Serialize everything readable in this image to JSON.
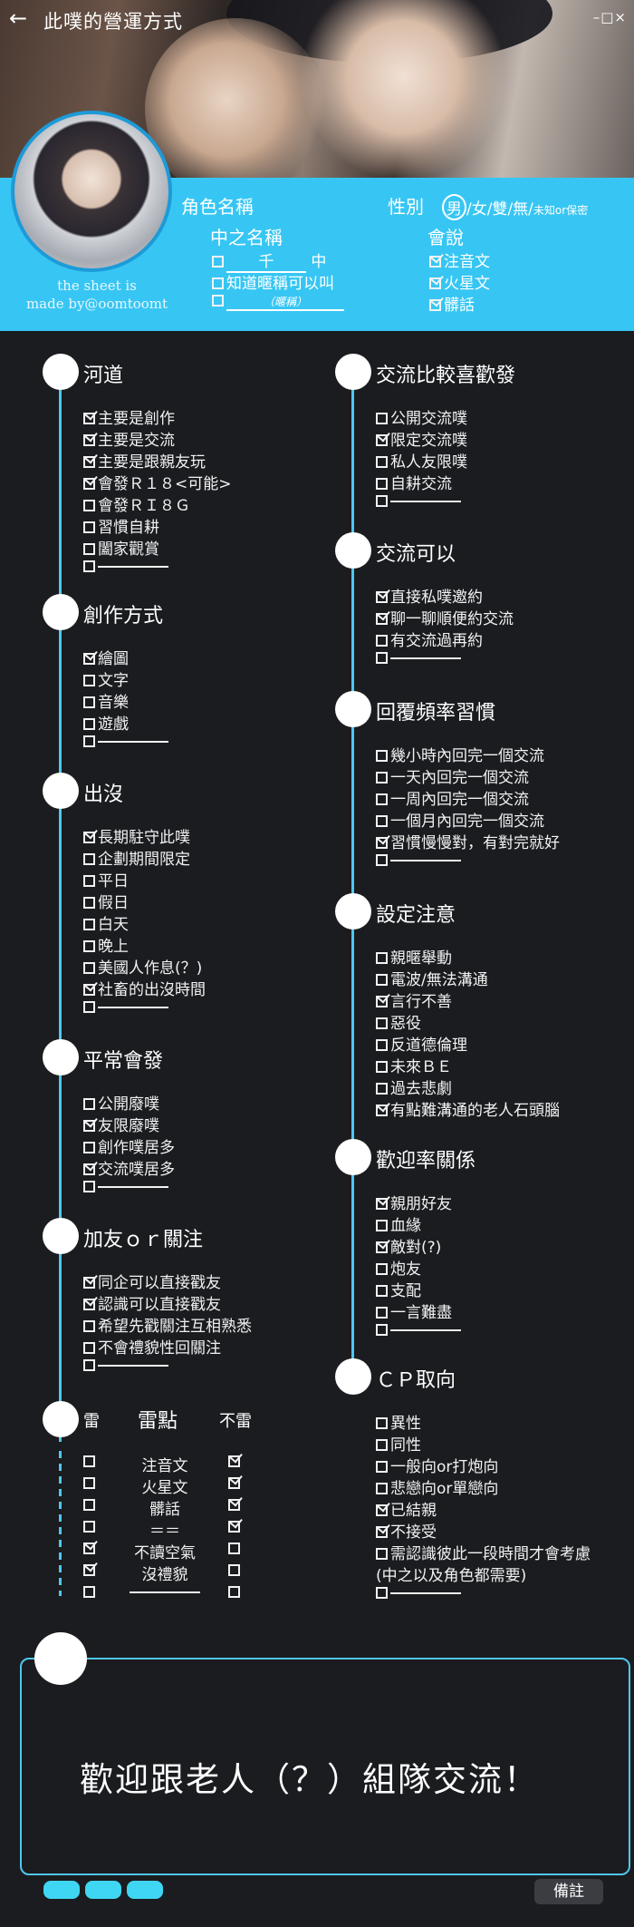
{
  "header": {
    "back_icon": "arrow-left-icon",
    "title": "此噗的營運方式",
    "window_controls": "–□×",
    "credit_line1": "the sheet is",
    "credit_line2": "made by@oomtoomt",
    "role_name_label": "角色名稱",
    "gender_label": "性別",
    "gender_selected": "男",
    "gender_rest": "/女/雙/無/",
    "gender_small": "未知or保密",
    "cn_name_label": "中之名稱",
    "cn_name_value": "千",
    "cn_name_suffix": "中",
    "nickname_ok": "知道暱稱可以叫",
    "nickname_hint": "（暱稱）",
    "speak_label": "會說",
    "speak_items": [
      "注音文",
      "火星文",
      "髒話"
    ]
  },
  "left_sections": [
    {
      "title": "河道",
      "items": [
        {
          "label": "主要是創作",
          "checked": true
        },
        {
          "label": "主要是交流",
          "checked": true
        },
        {
          "label": "主要是跟親友玩",
          "checked": true
        },
        {
          "label": "會發Ｒ１８<可能>",
          "checked": true
        },
        {
          "label": "會發ＲＩ８Ｇ",
          "checked": false
        },
        {
          "label": "習慣自耕",
          "checked": false
        },
        {
          "label": "闔家觀賞",
          "checked": false
        },
        {
          "label": "",
          "checked": false,
          "blank": true
        }
      ]
    },
    {
      "title": "創作方式",
      "items": [
        {
          "label": "繪圖",
          "checked": true
        },
        {
          "label": "文字",
          "checked": false
        },
        {
          "label": "音樂",
          "checked": false
        },
        {
          "label": "遊戲",
          "checked": false
        },
        {
          "label": "",
          "checked": false,
          "blank": true
        }
      ]
    },
    {
      "title": "出沒",
      "items": [
        {
          "label": "長期駐守此噗",
          "checked": true
        },
        {
          "label": "企劃期間限定",
          "checked": false
        },
        {
          "label": "平日",
          "checked": false
        },
        {
          "label": "假日",
          "checked": false
        },
        {
          "label": "白天",
          "checked": false
        },
        {
          "label": "晚上",
          "checked": false
        },
        {
          "label": "美國人作息(？)",
          "checked": false
        },
        {
          "label": "社畜的出沒時間",
          "checked": true
        },
        {
          "label": "",
          "checked": false,
          "blank": true
        }
      ]
    },
    {
      "title": "平常會發",
      "items": [
        {
          "label": "公開廢噗",
          "checked": false
        },
        {
          "label": "友限廢噗",
          "checked": true
        },
        {
          "label": "創作噗居多",
          "checked": false
        },
        {
          "label": "交流噗居多",
          "checked": true
        },
        {
          "label": "",
          "checked": false,
          "blank": true
        }
      ]
    },
    {
      "title": "加友ｏｒ關注",
      "items": [
        {
          "label": "同企可以直接戳友",
          "checked": true
        },
        {
          "label": "認識可以直接戳友",
          "checked": true
        },
        {
          "label": "希望先戳關注互相熟悉",
          "checked": false
        },
        {
          "label": "不會禮貌性回關注",
          "checked": false
        },
        {
          "label": "",
          "checked": false,
          "blank": true
        }
      ]
    }
  ],
  "mine": {
    "col_lei": "雷",
    "col_title": "雷點",
    "col_notlei": "不雷",
    "rows": [
      {
        "label": "注音文",
        "lei": false,
        "notlei": true
      },
      {
        "label": "火星文",
        "lei": false,
        "notlei": true
      },
      {
        "label": "髒話",
        "lei": false,
        "notlei": true
      },
      {
        "label": "＝＝",
        "lei": false,
        "notlei": true
      },
      {
        "label": "不讀空氣",
        "lei": true,
        "notlei": false
      },
      {
        "label": "沒禮貌",
        "lei": true,
        "notlei": false
      },
      {
        "label": "",
        "lei": false,
        "notlei": false,
        "blank": true
      }
    ]
  },
  "right_sections": [
    {
      "title": "交流比較喜歡發",
      "items": [
        {
          "label": "公開交流噗",
          "checked": false
        },
        {
          "label": "限定交流噗",
          "checked": true
        },
        {
          "label": "私人友限噗",
          "checked": false
        },
        {
          "label": "自耕交流",
          "checked": false
        },
        {
          "label": "",
          "checked": false,
          "blank": true
        }
      ]
    },
    {
      "title": "交流可以",
      "items": [
        {
          "label": "直接私噗邀約",
          "checked": true
        },
        {
          "label": "聊一聊順便約交流",
          "checked": true
        },
        {
          "label": "有交流過再約",
          "checked": false
        },
        {
          "label": "",
          "checked": false,
          "blank": true
        }
      ]
    },
    {
      "title": "回覆頻率習慣",
      "items": [
        {
          "label": "幾小時內回完一個交流",
          "checked": false
        },
        {
          "label": "一天內回完一個交流",
          "checked": false
        },
        {
          "label": "一周內回完一個交流",
          "checked": false
        },
        {
          "label": "一個月內回完一個交流",
          "checked": false
        },
        {
          "label": "習慣慢慢對，有對完就好",
          "checked": true
        },
        {
          "label": "",
          "checked": false,
          "blank": true
        }
      ]
    },
    {
      "title": "設定注意",
      "items": [
        {
          "label": "親暱舉動",
          "checked": false
        },
        {
          "label": "電波/無法溝通",
          "checked": false
        },
        {
          "label": "言行不善",
          "checked": true
        },
        {
          "label": "惡役",
          "checked": false
        },
        {
          "label": "反道德倫理",
          "checked": false
        },
        {
          "label": "未來ＢＥ",
          "checked": false
        },
        {
          "label": "過去悲劇",
          "checked": false
        },
        {
          "label": "有點難溝通的老人石頭腦",
          "checked": true
        }
      ]
    },
    {
      "title": "歡迎率關係",
      "items": [
        {
          "label": "親朋好友",
          "checked": true
        },
        {
          "label": "血緣",
          "checked": false
        },
        {
          "label": "敵對(?)",
          "checked": true
        },
        {
          "label": "炮友",
          "checked": false
        },
        {
          "label": "支配",
          "checked": false
        },
        {
          "label": "一言難盡",
          "checked": false
        },
        {
          "label": "",
          "checked": false,
          "blank": true
        }
      ]
    },
    {
      "title": "ＣＰ取向",
      "items": [
        {
          "label": "異性",
          "checked": false
        },
        {
          "label": "同性",
          "checked": false
        },
        {
          "label": "一般向or打炮向",
          "checked": false
        },
        {
          "label": "悲戀向or單戀向",
          "checked": false
        },
        {
          "label": "已結親",
          "checked": true
        },
        {
          "label": "不接受",
          "checked": true
        },
        {
          "label": "需認識彼此一段時間才會考慮",
          "checked": false
        },
        {
          "label": "(中之以及角色都需要)",
          "checked": false,
          "nobox": true
        },
        {
          "label": "",
          "checked": false,
          "blank": true
        }
      ]
    }
  ],
  "note": {
    "message": "歡迎跟老人（？）組隊交流！",
    "remark_button": "備註"
  }
}
